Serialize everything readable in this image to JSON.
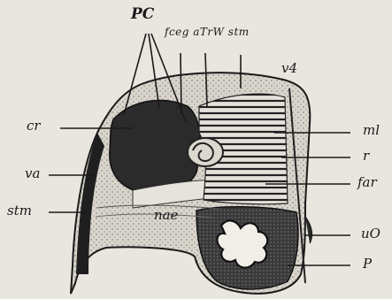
{
  "figure": {
    "labels": {
      "pc": "PC",
      "top": "fceg aTrW stm",
      "v4": "v4",
      "cr": "cr",
      "va": "va",
      "stm": "stm",
      "nae": "nae",
      "ml": "ml",
      "r": "r",
      "far": "far",
      "uo": "uO",
      "p": "P"
    }
  },
  "colors": {
    "background": "#e9e6df",
    "ink": "#1a1a1a",
    "dark_fill": "#2b2b2b"
  }
}
